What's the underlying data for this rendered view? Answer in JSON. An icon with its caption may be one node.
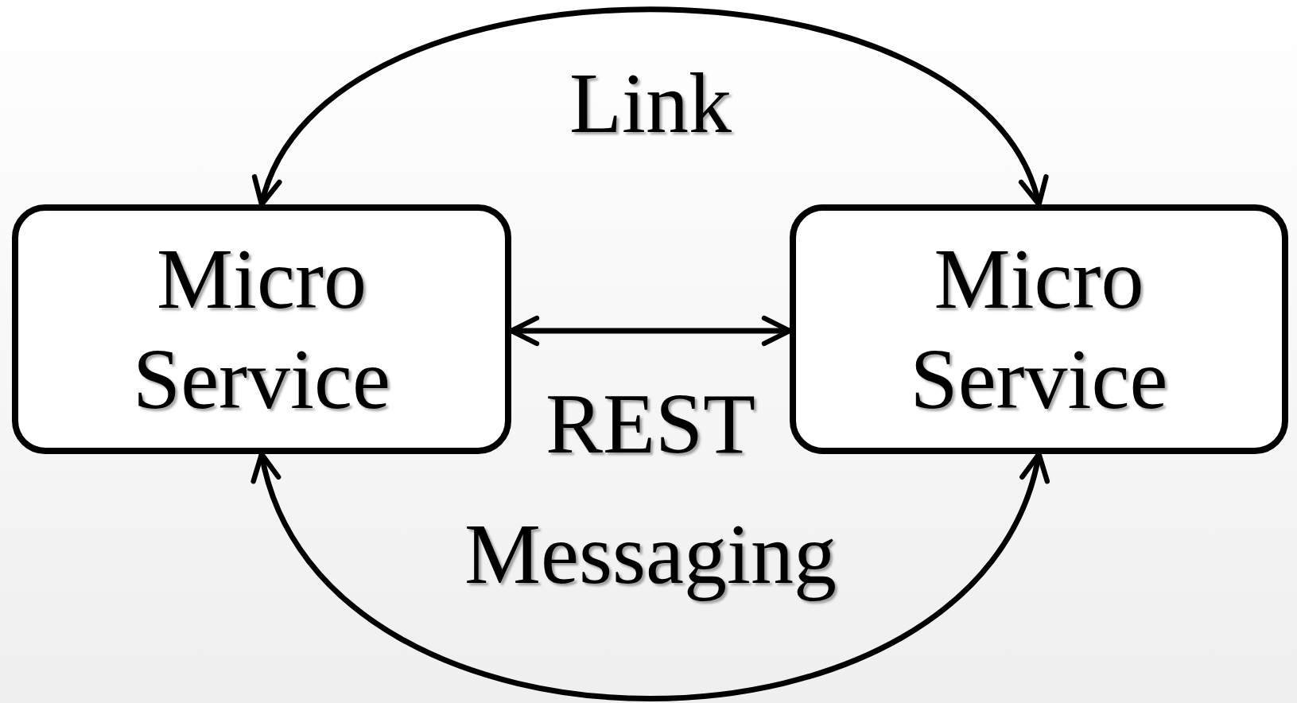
{
  "diagram": {
    "nodes": [
      {
        "text": [
          "Micro Service"
        ]
      },
      {
        "text": [
          "Micro Service"
        ]
      }
    ],
    "edges": [
      {
        "from": 0,
        "to": 1,
        "arrow": "both",
        "label": "Link"
      },
      {
        "from": 0,
        "to": 1,
        "arrow": "both",
        "label": "REST"
      },
      {
        "from": 0,
        "to": 1,
        "arrow": "both",
        "label": "Messaging"
      }
    ]
  }
}
